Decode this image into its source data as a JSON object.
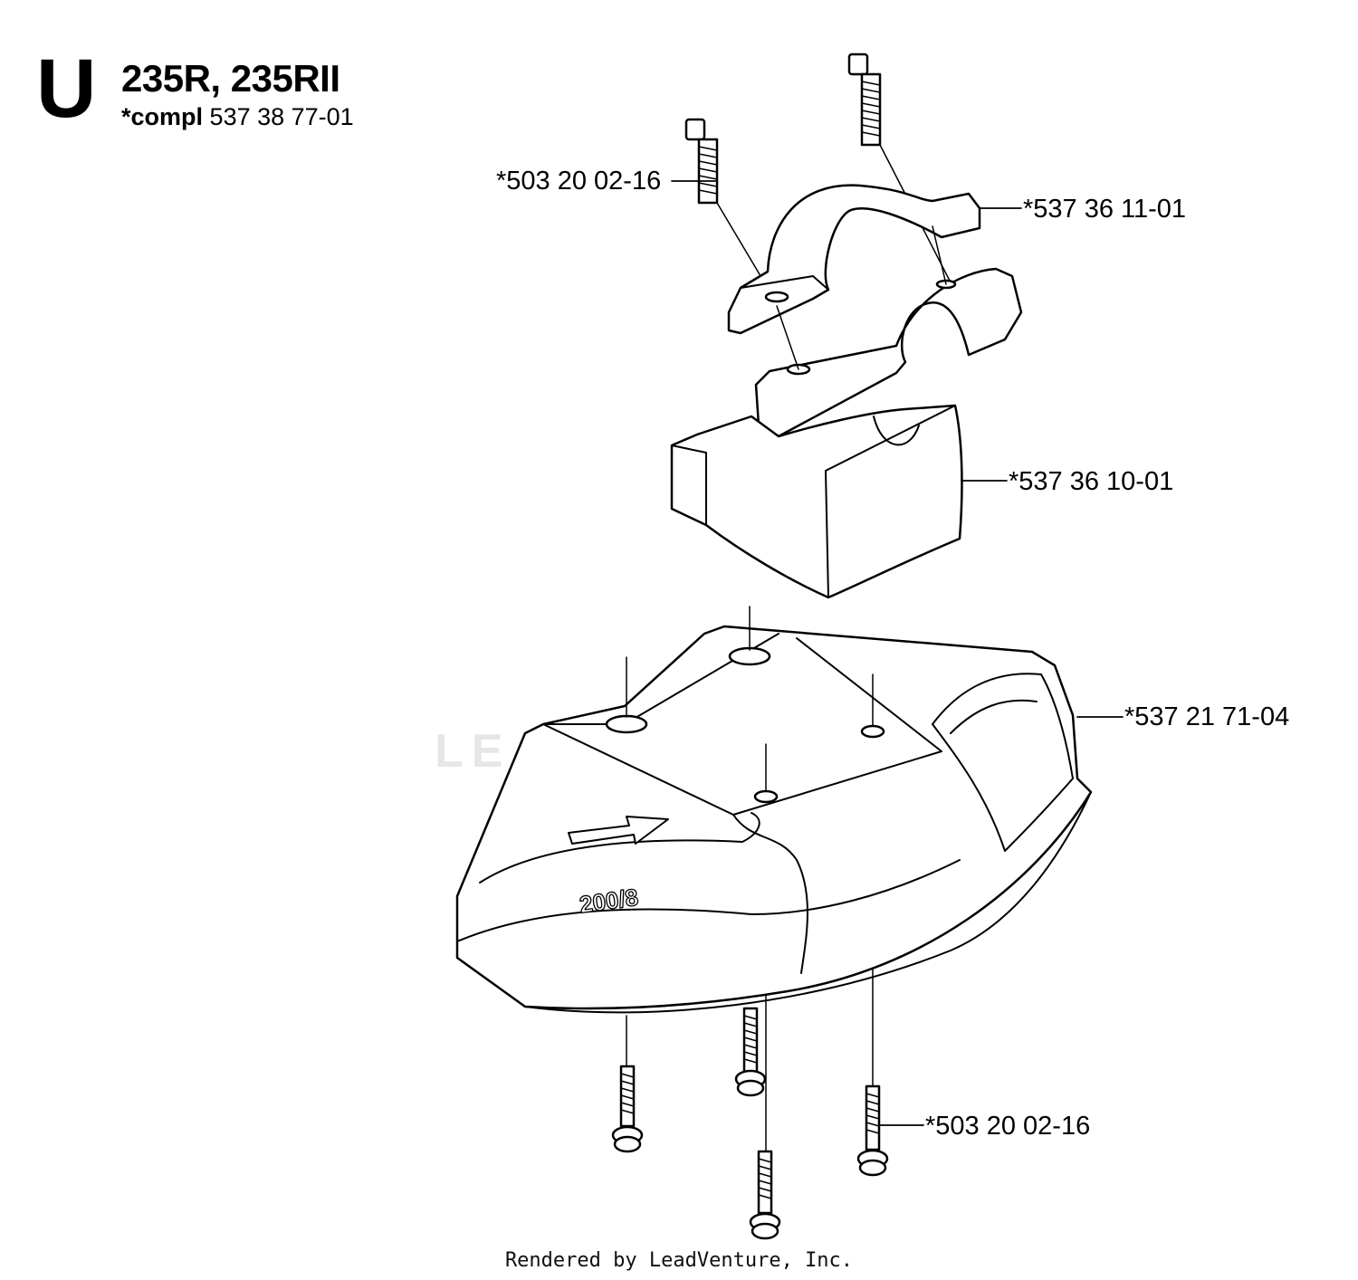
{
  "header": {
    "section_letter": "U",
    "model_title": "235R, 235RII",
    "kit_label": "*compl",
    "kit_part_number": "537 38 77-01"
  },
  "callouts": [
    {
      "id": "screw-top",
      "label": "*503 20 02-16"
    },
    {
      "id": "clamp-upper",
      "label": "*537 36 11-01"
    },
    {
      "id": "clamp-bracket",
      "label": "*537 36 10-01"
    },
    {
      "id": "guard",
      "label": "*537 21 71-04"
    },
    {
      "id": "screw-bottom",
      "label": "*503 20 02-16"
    }
  ],
  "guard_marking": "200/8",
  "watermark": "LEADVENTURE",
  "footer": "Rendered by LeadVenture, Inc."
}
